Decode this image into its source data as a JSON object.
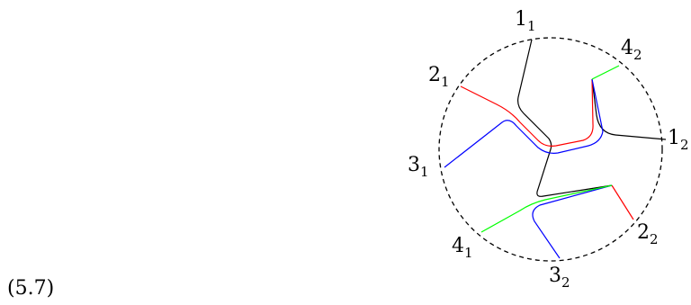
{
  "equation_number": "(5.7)",
  "endpoint_labels": [
    {
      "id": "1_1",
      "main": "1",
      "sub": "1"
    },
    {
      "id": "4_2",
      "main": "4",
      "sub": "2"
    },
    {
      "id": "2_1",
      "main": "2",
      "sub": "1"
    },
    {
      "id": "1_2",
      "main": "1",
      "sub": "2"
    },
    {
      "id": "3_1",
      "main": "3",
      "sub": "1"
    },
    {
      "id": "2_2",
      "main": "2",
      "sub": "2"
    },
    {
      "id": "4_1",
      "main": "4",
      "sub": "1"
    },
    {
      "id": "3_2",
      "main": "3",
      "sub": "2"
    }
  ],
  "colors": {
    "strand_1": "#000000",
    "strand_2": "#ff0000",
    "strand_3": "#0000ff",
    "strand_4": "#00ff00",
    "boundary": "#000000"
  }
}
